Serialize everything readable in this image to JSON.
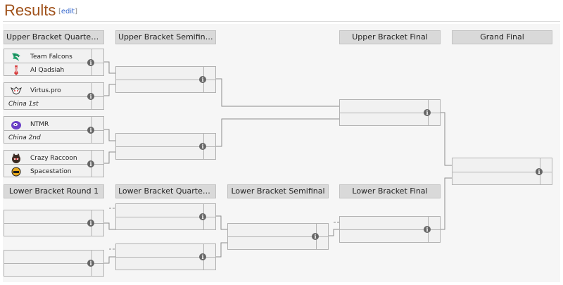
{
  "header": {
    "title": "Results",
    "edit_open": "[",
    "edit_label": "edit",
    "edit_close": "]"
  },
  "upper_bracket": {
    "headers": {
      "quarterfinals": "Upper Bracket Quarterfinals",
      "semifinals": "Upper Bracket Semifinals",
      "final": "Upper Bracket Final",
      "grand_final": "Grand Final"
    },
    "quarterfinals": [
      {
        "team1": "Team Falcons",
        "team2": "Al Qadsiah"
      },
      {
        "team1": "Virtus.pro",
        "team2": "China 1st"
      },
      {
        "team1": "NTMR",
        "team2": "China 2nd"
      },
      {
        "team1": "Crazy Raccoon",
        "team2": "Spacestation"
      }
    ]
  },
  "lower_bracket": {
    "headers": {
      "round1": "Lower Bracket Round 1",
      "quarterfinals": "Lower Bracket Quarterfinals",
      "semifinal": "Lower Bracket Semifinal",
      "final": "Lower Bracket Final"
    }
  },
  "icons": {
    "info": "info-icon",
    "team_falcons_logo": "falcon-logo-icon",
    "al_qadsiah_logo": "al-qadsiah-logo-icon",
    "virtus_pro_logo": "virtus-pro-logo-icon",
    "ntmr_logo": "ntmr-logo-icon",
    "crazy_raccoon_logo": "crazy-raccoon-logo-icon",
    "spacestation_logo": "spacestation-logo-icon"
  },
  "colors": {
    "title": "#a0521b",
    "link": "#3366cc",
    "header_bg": "#d9d9d9",
    "match_bg": "#f1f1f1",
    "connector": "#8c8c8c"
  }
}
